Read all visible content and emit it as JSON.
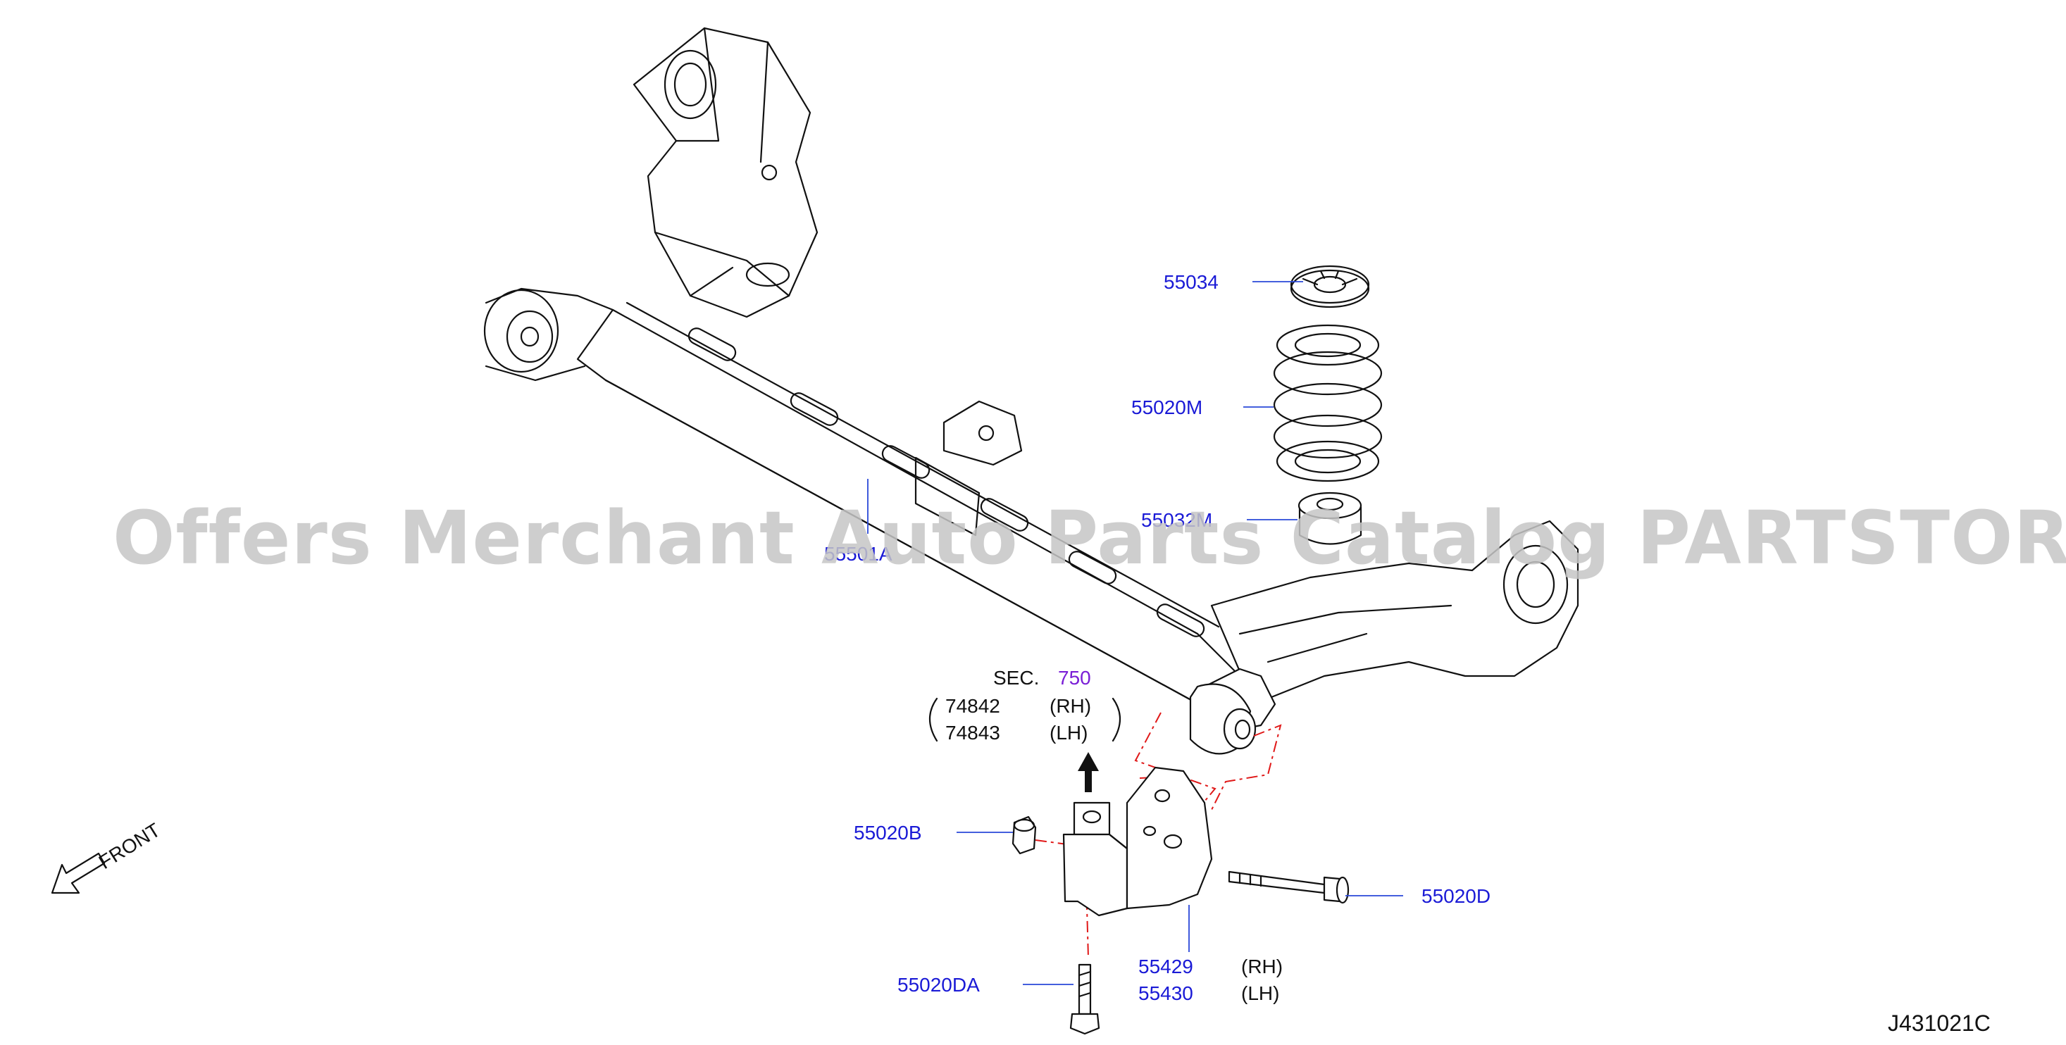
{
  "watermark": "Offers Merchant Auto Parts Catalog PARTSTORE.SA",
  "diagram_code": "J431021C",
  "front_label": "FRONT",
  "section": {
    "prefix": "SEC.",
    "number": "750",
    "rh_part": "74842",
    "lh_part": "74843",
    "rh": "(RH)",
    "lh": "(LH)"
  },
  "parts": {
    "p55034": "55034",
    "p55020M": "55020M",
    "p55032M": "55032M",
    "p55501A": "55501A",
    "p55020B": "55020B",
    "p55020D": "55020D",
    "p55020DA": "55020DA",
    "p55429": "55429",
    "p55430": "55430",
    "rh": "(RH)",
    "lh": "(LH)"
  },
  "colors": {
    "part_number": "#1a1ad6",
    "section_link": "#7a1fd6",
    "guide_line": "#e01818",
    "watermark": "#c6c6c6"
  }
}
